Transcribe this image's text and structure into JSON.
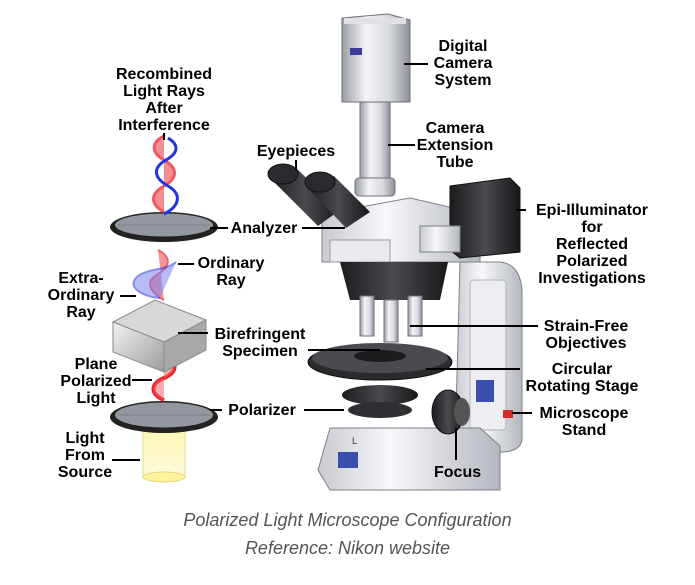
{
  "labels": {
    "digital_camera": "Digital\nCamera\nSystem",
    "recombined": "Recombined\nLight Rays\nAfter\nInterference",
    "camera_tube": "Camera\nExtension\nTube",
    "eyepieces": "Eyepieces",
    "analyzer": "Analyzer",
    "epi_illuminator": "Epi-Illuminator\nfor\nReflected\nPolarized\nInvestigations",
    "ordinary_ray": "Ordinary\nRay",
    "extra_ordinary": "Extra-\nOrdinary\nRay",
    "birefringent": "Birefringent\nSpecimen",
    "strain_free": "Strain-Free\nObjectives",
    "plane_polarized": "Plane\nPolarized\nLight",
    "circular_stage": "Circular\nRotating Stage",
    "polarizer": "Polarizer",
    "microscope_stand": "Microscope\nStand",
    "light_source": "Light\nFrom\nSource",
    "focus": "Focus"
  },
  "caption": {
    "line1": "Polarized Light Microscope Configuration",
    "line2": "Reference: Nikon website"
  },
  "colors": {
    "red_wave": "#e8222a",
    "blue_wave": "#2233dd",
    "label_text": "#000000",
    "caption_text": "#555555"
  }
}
